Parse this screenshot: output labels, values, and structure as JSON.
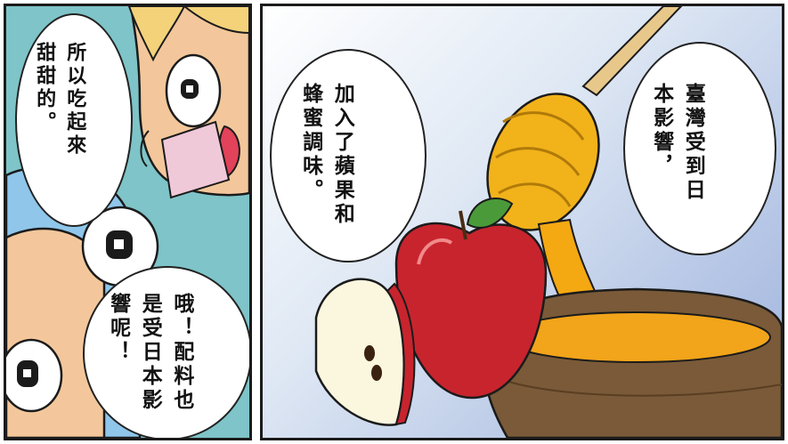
{
  "left_panel": {
    "bubble_top": {
      "lines": [
        "所以吃起來",
        "甜甜的。"
      ]
    },
    "bubble_bottom": {
      "lines": [
        "哦！配料也",
        "是受日本影",
        "響呢！"
      ]
    }
  },
  "right_panel": {
    "bubble_left": {
      "lines": [
        "加入了蘋果和",
        "蜂蜜調味。"
      ]
    },
    "bubble_right": {
      "lines": [
        "臺灣受到日",
        "本影響，"
      ]
    }
  },
  "colors": {
    "outline": "#1b1b1b",
    "apple_red": "#c8242e",
    "honey": "#f2b21a",
    "pot": "#7a5a38",
    "sky": "#9db2dc",
    "skin": "#f3c79b",
    "hair_blonde": "#f3d27a",
    "hair_blue": "#8fc6ea"
  }
}
